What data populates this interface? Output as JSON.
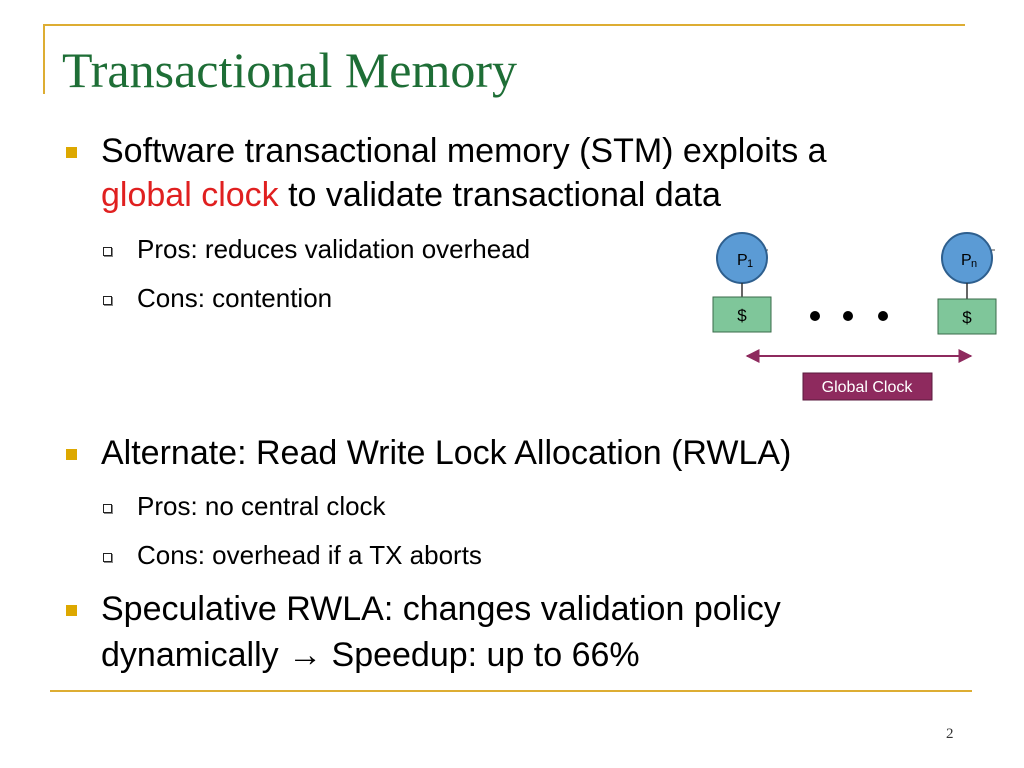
{
  "slide": {
    "title": "Transactional Memory",
    "page_number": "2"
  },
  "bullets": {
    "b1": {
      "text_line1": "Software transactional memory (STM) exploits a",
      "highlight": "global clock",
      "text_line2_rest": " to validate transactional data",
      "sub1": "Pros: reduces validation overhead",
      "sub2": "Cons: contention"
    },
    "b2": {
      "text": "Alternate: Read Write Lock Allocation (RWLA)",
      "sub1": "Pros: no central clock",
      "sub2": "Cons: overhead if a TX aborts"
    },
    "b3": {
      "line1": "Speculative RWLA: changes validation policy",
      "line2": "dynamically → Speedup: up to 66%"
    }
  },
  "diagram": {
    "proc1_label": "P",
    "proc1_sub": "1",
    "procn_label": "P",
    "procn_sub": "n",
    "cache1_label": "$",
    "cachen_label": "$",
    "clock_label": "Global Clock",
    "colors": {
      "processor_fill": "#5B9BD5",
      "cache_fill": "#7FC69A",
      "clock_fill": "#8E2A5E",
      "arrow": "#8E2A5E"
    }
  }
}
